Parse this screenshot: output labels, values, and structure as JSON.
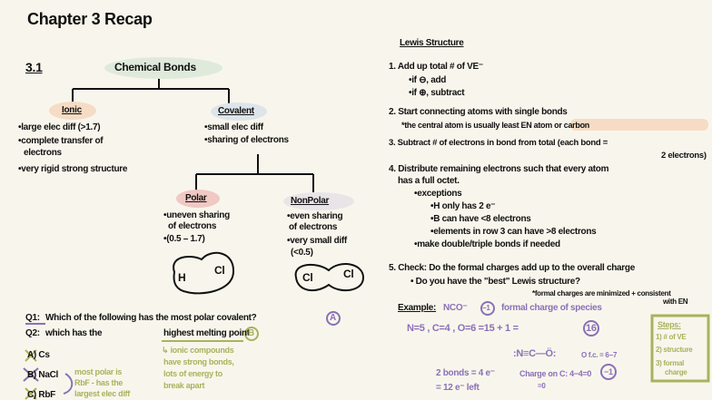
{
  "title": "Chapter 3 Recap",
  "section": "3.1",
  "colors": {
    "background": "#f8f6ec",
    "purple": "#8a70b8",
    "green": "#a9b25c",
    "bond_bubble": "#dfeadb",
    "ionic_bubble": "#f6dcc4",
    "covalent_bubble": "#dde5ea",
    "polar_bubble": "#f0c8c4",
    "nonpolar_bubble": "#e8e4e8",
    "highlight": "#f6dcc4"
  },
  "tree": {
    "root": "Chemical Bonds",
    "ionic": {
      "label": "Ionic",
      "notes": [
        "•large elec diff (>1.7)",
        "•complete transfer of",
        "electrons",
        "•very rigid strong structure"
      ]
    },
    "covalent": {
      "label": "Covalent",
      "notes": [
        "•small elec diff",
        "•sharing of electrons"
      ]
    },
    "polar": {
      "label": "Polar",
      "notes": [
        "•uneven sharing",
        "of electrons",
        "•(0.5 – 1.7)"
      ],
      "atoms": [
        "H",
        "Cl"
      ]
    },
    "nonpolar": {
      "label": "NonPolar",
      "notes": [
        "•even sharing",
        "of electrons",
        "•very small diff",
        "(<0.5)"
      ],
      "atoms": [
        "Cl",
        "Cl"
      ]
    }
  },
  "questions": {
    "q1_label": "Q1:",
    "q1": "Which of the following has the most polar covalent?",
    "q1_answer": "A",
    "q2_label": "Q2:",
    "q2_a": "which has the",
    "q2_b": "highest melting point",
    "q2_answer": "B",
    "options": [
      "A) Cs",
      "B) NaCl",
      "C) RbF"
    ],
    "note_left": [
      "most polar is",
      "RbF - has the",
      "largest elec diff"
    ],
    "note_left_tag": "most",
    "note_right": [
      "↳ ionic compounds",
      "have strong bonds,",
      "lots of energy to",
      "break apart"
    ]
  },
  "lewis": {
    "heading": "Lewis Structure",
    "lines": [
      "1. Add up total # of VE⁻",
      "•if ⊖, add",
      "•if ⊕, subtract",
      "2. Start connecting atoms with single bonds",
      "*the central atom is usually least EN atom or carbon",
      "3. Subtract # of electrons in bond from total (each bond =",
      "2 electrons)",
      "4. Distribute remaining electrons such that every atom",
      "has a full octet.",
      "•exceptions",
      "•H only has 2 e⁻",
      "•B can have <8 electrons",
      "•elements in row 3 can have >8 electrons",
      "•make double/triple bonds if needed",
      "5. Check: Do the formal charges add up to the overall charge",
      "• Do you have the \"best\" Lewis structure?",
      "*formal charges are minimized + consistent",
      "with EN"
    ],
    "example_label": "Example:",
    "example_species": "NCO⁻",
    "example_charge": "−1",
    "example_note": "formal charge of species",
    "count": "N=5 , C=4 , O=6   =15 + 1 =",
    "count_total": "16",
    "structure": ":N≡C—Ö:",
    "structure_note": "O f.c. = 6−7",
    "structure_fc": "−1",
    "bonds": [
      "2 bonds = 4 e⁻",
      "= 12 e⁻ left"
    ],
    "carbon": "Charge on C: 4−4=0",
    "carbon_sub": "=0",
    "steps_box": [
      "Steps:",
      "1) # of VE",
      "2) structure",
      "3) formal",
      "charge"
    ]
  }
}
